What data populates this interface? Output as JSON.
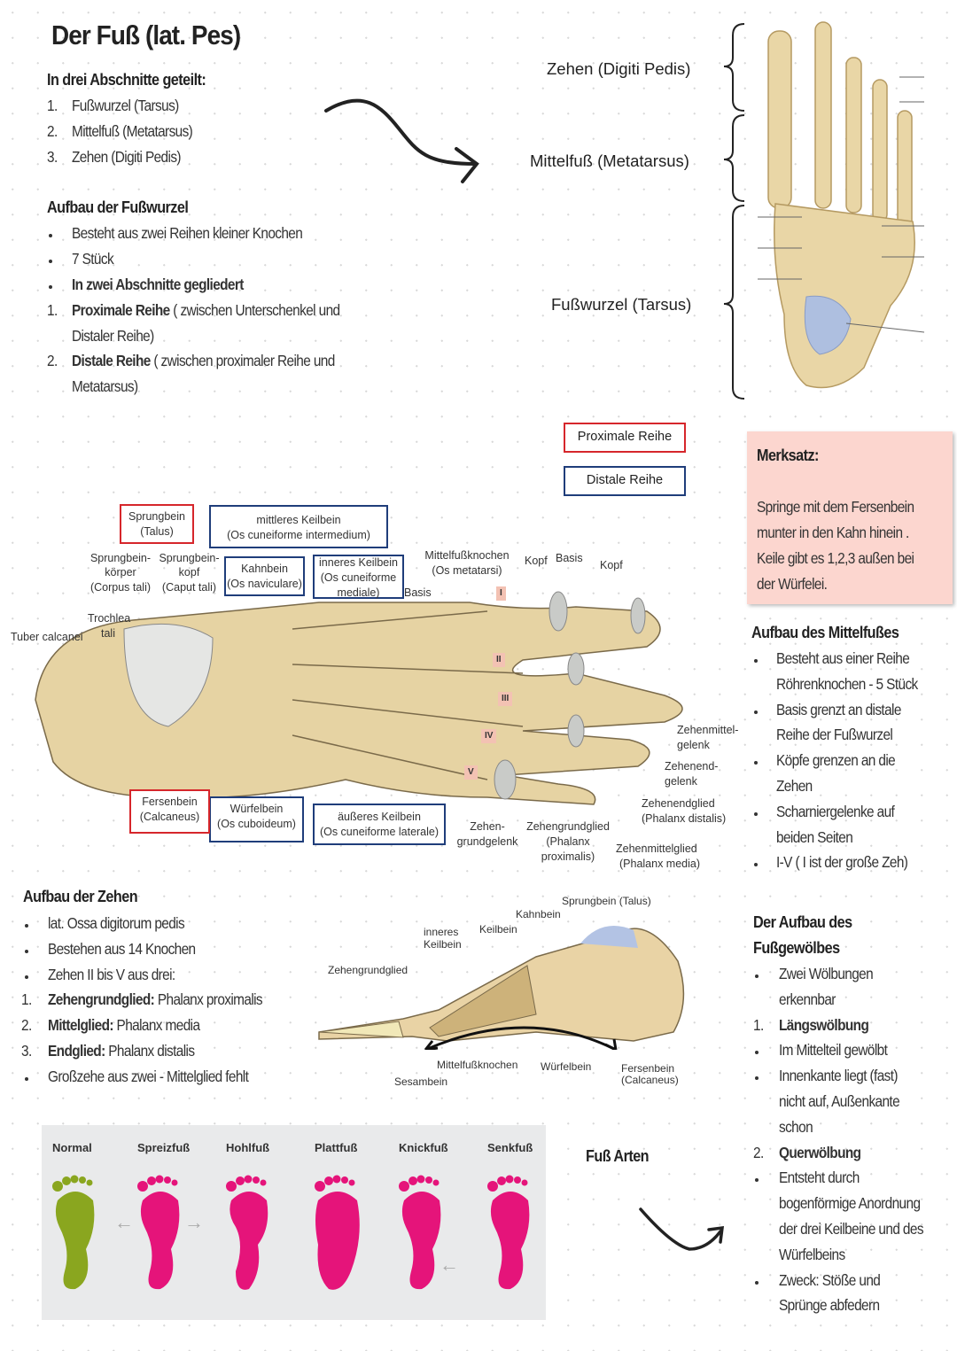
{
  "title": "Der Fuß (lat. Pes)",
  "intro": {
    "heading": "In drei Abschnitte geteilt:",
    "items": [
      {
        "n": "1.",
        "text": "Fußwurzel (Tarsus)"
      },
      {
        "n": "2.",
        "text": "Mittelfuß (Metatarsus)"
      },
      {
        "n": "3.",
        "text": "Zehen (Digiti Pedis)"
      }
    ]
  },
  "tarsus": {
    "heading": "Aufbau der Fußwurzel",
    "b1": "Besteht aus zwei Reihen kleiner Knochen",
    "b2": "7 Stück",
    "b3": "In zwei Abschnitte gegliedert",
    "r1n": "1.",
    "r1b": "Proximale Reihe",
    "r1t": "( zwischen Unterschenkel und",
    "r1t2": "Distaler Reihe)",
    "r2n": "2.",
    "r2b": "Distale Reihe",
    "r2t": "( zwischen proximaler Reihe und",
    "r2t2": "Metatarsus)"
  },
  "top_diagram": {
    "toes": "Zehen (Digiti Pedis)",
    "metatarsus": "Mittelfuß (Metatarsus)",
    "tarsus": "Fußwurzel (Tarsus)"
  },
  "legend": {
    "proximal": "Proximale Reihe",
    "distal": "Distale Reihe"
  },
  "side_diagram": {
    "talus1": "Sprungbein",
    "talus2": "(Talus)",
    "mk1": "mittleres Keilbein",
    "mk2": "(Os cuneiforme intermedium)",
    "sk1": "Sprungbein-",
    "sk2": "körper",
    "sk3": "(Corpus tali)",
    "skk1": "Sprungbein-",
    "skk2": "kopf",
    "skk3": "(Caput tali)",
    "kb1": "Kahnbein",
    "kb2": "(Os naviculare)",
    "ik1": "inneres Keilbein",
    "ik2": "(Os cuneiforme",
    "ik3": "mediale)",
    "basis1": "Basis",
    "mfk1": "Mittelfußknochen",
    "mfk2": "(Os metatarsi)",
    "kopf1": "Kopf",
    "basis2": "Basis",
    "kopf2": "Kopf",
    "troch1": "Trochlea",
    "troch2": "tali",
    "tuber": "Tuber calcanei",
    "roman": [
      "I",
      "II",
      "III",
      "IV",
      "V"
    ],
    "zmg1": "Zehenmittel-",
    "zmg2": "gelenk",
    "zeg1": "Zehenend-",
    "zeg2": "gelenk",
    "zel1": "Zehenendglied",
    "zel2": "(Phalanx distalis)",
    "zmgl1": "Zehenmittelglied",
    "zmgl2": "(Phalanx media)",
    "zgg1": "Zehengrundglied",
    "zgg2": "(Phalanx",
    "zgg3": "proximalis)",
    "zgl1": "Zehen-",
    "zgl2": "grundgelenk",
    "ak1": "äußeres Keilbein",
    "ak2": "(Os cuneiforme laterale)",
    "wb1": "Würfelbein",
    "wb2": "(Os cuboideum)",
    "fb1": "Fersenbein",
    "fb2": "(Calcaneus)"
  },
  "merksatz": {
    "heading": "Merksatz:",
    "lines": [
      "Springe mit dem Fersenbein",
      "munter in den Kahn hinein .",
      "Keile gibt es 1,2,3 außen bei",
      "der Würfelei."
    ]
  },
  "midfoot": {
    "heading": "Aufbau des Mittelfußes",
    "lines": [
      {
        "b": "·",
        "t": "Besteht aus einer Reihe"
      },
      {
        "b": "",
        "t": "Röhrenknochen - 5 Stück"
      },
      {
        "b": "·",
        "t": "Basis grenzt an distale"
      },
      {
        "b": "",
        "t": "Reihe der Fußwurzel"
      },
      {
        "b": "·",
        "t": "Köpfe grenzen an die"
      },
      {
        "b": "",
        "t": "Zehen"
      },
      {
        "b": "·",
        "t": "Scharniergelenke auf"
      },
      {
        "b": "",
        "t": "beiden Seiten"
      },
      {
        "b": "·",
        "t": "I-V ( I ist der große Zeh)"
      }
    ]
  },
  "toes": {
    "heading": "Aufbau der Zehen",
    "b1": "lat. Ossa digitorum pedis",
    "b2": "Bestehen aus 14 Knochen",
    "b3": "Zehen II bis V aus drei:",
    "i1n": "1.",
    "i1b": "Zehengrundglied:",
    "i1t": " Phalanx proximalis",
    "i2n": "2.",
    "i2b": "Mittelglied:",
    "i2t": " Phalanx media",
    "i3n": "3.",
    "i3b": "Endglied:",
    "i3t": " Phalanx distalis",
    "b4": "Großzehe aus zwei - Mittelglied fehlt"
  },
  "arch_diagram": {
    "talus": "Sprungbein (Talus)",
    "kahn": "Kahnbein",
    "keil": "Keilbein",
    "ik1": "inneres",
    "ik2": "Keilbein",
    "zgg": "Zehengrundglied",
    "mfk": "Mittelfußknochen",
    "wb": "Würfelbein",
    "fb1": "Fersenbein",
    "fb2": "(Calcaneus)",
    "sesam": "Sesambein"
  },
  "arch": {
    "h1": "Der Aufbau des",
    "h2": "Fußgewölbes",
    "lines": [
      {
        "b": "·",
        "t": "Zwei Wölbungen",
        "bold": false
      },
      {
        "b": "",
        "t": "erkennbar",
        "bold": false
      },
      {
        "b": "1.",
        "t": "Längswölbung",
        "bold": true
      },
      {
        "b": "·",
        "t": "Im Mittelteil gewölbt",
        "bold": false
      },
      {
        "b": "·",
        "t": "Innenkante liegt (fast)",
        "bold": false
      },
      {
        "b": "",
        "t": "nicht auf, Außenkante",
        "bold": false
      },
      {
        "b": "",
        "t": "schon",
        "bold": false
      },
      {
        "b": "2.",
        "t": "Querwölbung",
        "bold": true
      },
      {
        "b": "·",
        "t": "Entsteht durch",
        "bold": false
      },
      {
        "b": "",
        "t": "bogenförmige Anordnung",
        "bold": false
      },
      {
        "b": "",
        "t": "der drei Keilbeine und des",
        "bold": false
      },
      {
        "b": "",
        "t": "Würfelbeins",
        "bold": false
      },
      {
        "b": "·",
        "t": "Zweck: Stöße und",
        "bold": false
      },
      {
        "b": "",
        "t": "Sprünge abfedern",
        "bold": false
      }
    ]
  },
  "foot_types": {
    "heading": "Fuß Arten",
    "types": [
      "Normal",
      "Spreizfuß",
      "Hohlfuß",
      "Plattfuß",
      "Knickfuß",
      "Senkfuß"
    ],
    "colors": {
      "normal": "#8aa61f",
      "other": "#e5147a",
      "panel": "#e9eaeb"
    }
  }
}
